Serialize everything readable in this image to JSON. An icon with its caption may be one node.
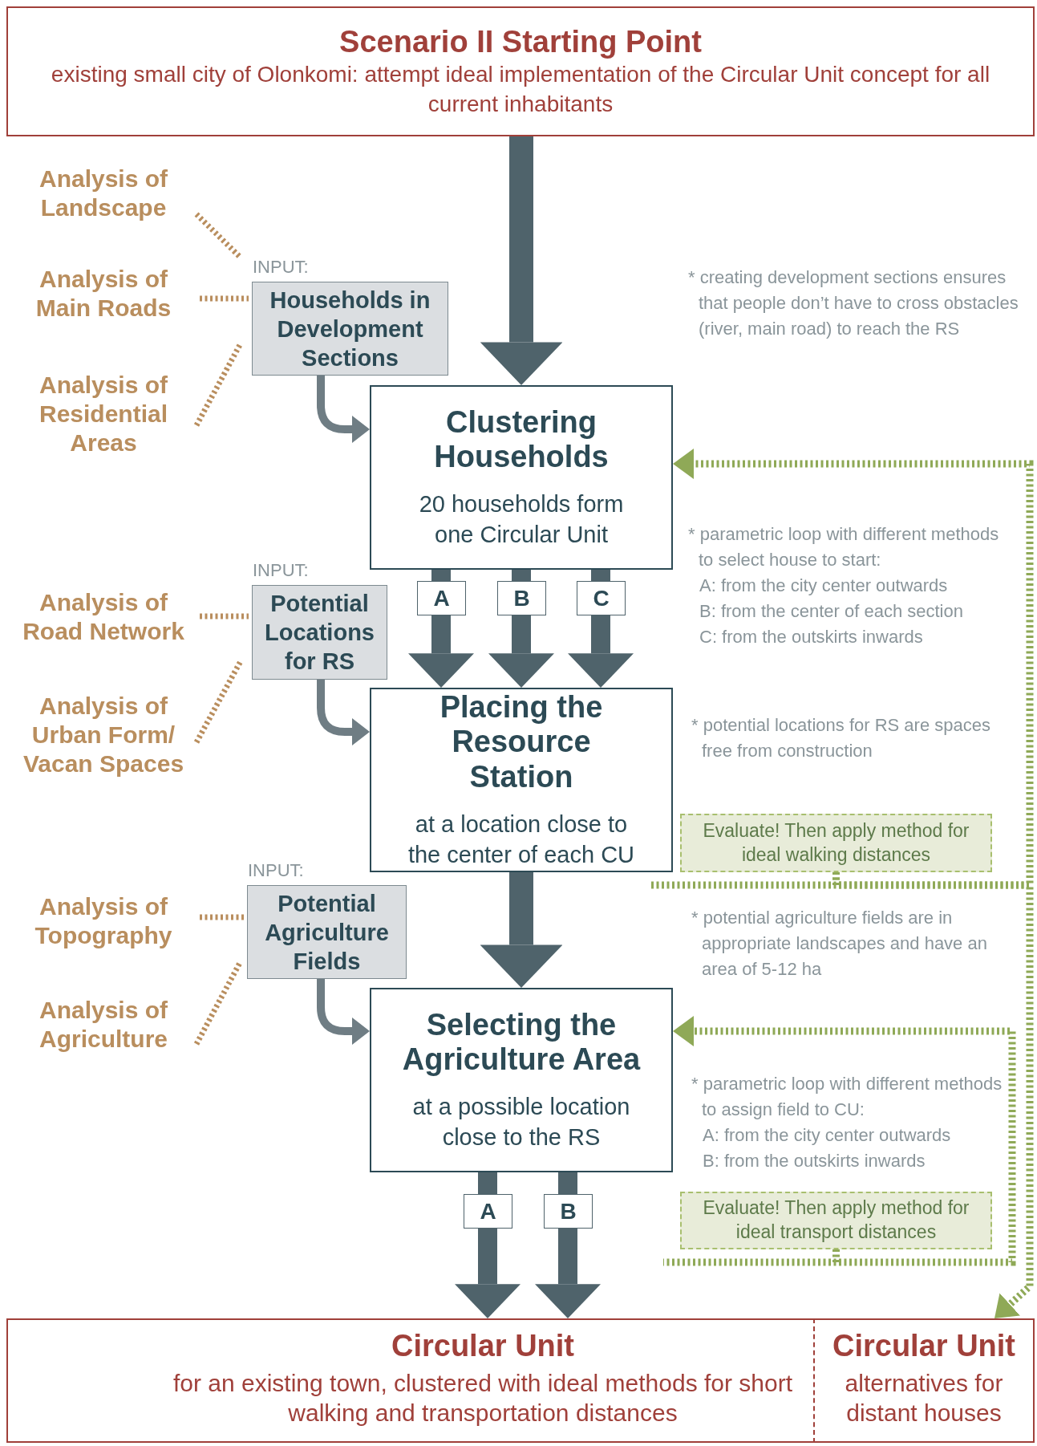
{
  "diagram": {
    "nodes": [
      {
        "text": [
          "Scenario II Starting Point",
          "existing small city of Olonkomi: attempt ideal implementation of the Circular Unit concept for all current inhabitants"
        ]
      },
      {
        "text": [
          "Analysis of Landscape"
        ]
      },
      {
        "text": [
          "Analysis of Main Roads"
        ]
      },
      {
        "text": [
          "Analysis of Residential Areas"
        ]
      },
      {
        "text": [
          "Households in Development Sections"
        ],
        "beside": [
          "INPUT:"
        ]
      },
      {
        "text": [
          "Clustering Households",
          "20 households form one Circular Unit"
        ]
      },
      {
        "text": [
          "Analysis of Road Network"
        ]
      },
      {
        "text": [
          "Analysis of Urban Form/ Vacan Spaces"
        ]
      },
      {
        "text": [
          "Potential Locations for RS"
        ],
        "beside": [
          "INPUT:"
        ]
      },
      {
        "text": [
          "Placing the Resource Station",
          "at a location close to the center of each CU"
        ]
      },
      {
        "text": [
          "Evaluate! Then apply method for ideal walking distances"
        ]
      },
      {
        "text": [
          "Analysis of Topography"
        ]
      },
      {
        "text": [
          "Analysis of Agriculture"
        ]
      },
      {
        "text": [
          "Potential Agriculture Fields"
        ],
        "beside": [
          "INPUT:"
        ]
      },
      {
        "text": [
          "Selecting the Agriculture Area",
          "at a possible location close to the RS"
        ]
      },
      {
        "text": [
          "Evaluate! Then apply method for ideal transport distances"
        ]
      },
      {
        "text": [
          "Circular Unit",
          "for an existing town, clustered with ideal methods for short walking and transportation distances"
        ]
      },
      {
        "text": [
          "Circular Unit",
          "alternatives for distant houses"
        ]
      }
    ],
    "edges": [
      {
        "from": 0,
        "to": 5,
        "arrow": "to",
        "style": "thick"
      },
      {
        "from": 1,
        "to": 4,
        "arrow": "none",
        "style": "dashed",
        "color": "#b98e5e"
      },
      {
        "from": 2,
        "to": 4,
        "arrow": "none",
        "style": "dashed",
        "color": "#b98e5e"
      },
      {
        "from": 3,
        "to": 4,
        "arrow": "none",
        "style": "dashed",
        "color": "#b98e5e"
      },
      {
        "from": 4,
        "to": 5,
        "arrow": "to",
        "color": "#6f7d84"
      },
      {
        "from": 5,
        "to": 9,
        "arrow": "to",
        "style": "thick",
        "label": "A"
      },
      {
        "from": 5,
        "to": 9,
        "arrow": "to",
        "style": "thick",
        "label": "B"
      },
      {
        "from": 5,
        "to": 9,
        "arrow": "to",
        "style": "thick",
        "label": "C"
      },
      {
        "from": 6,
        "to": 8,
        "arrow": "none",
        "style": "dashed",
        "color": "#b98e5e"
      },
      {
        "from": 7,
        "to": 8,
        "arrow": "none",
        "style": "dashed",
        "color": "#b98e5e"
      },
      {
        "from": 8,
        "to": 9,
        "arrow": "to",
        "color": "#6f7d84"
      },
      {
        "from": 9,
        "to": 14,
        "arrow": "to",
        "style": "thick"
      },
      {
        "from": 11,
        "to": 13,
        "arrow": "none",
        "style": "dashed",
        "color": "#b98e5e"
      },
      {
        "from": 12,
        "to": 13,
        "arrow": "none",
        "style": "dashed",
        "color": "#b98e5e"
      },
      {
        "from": 13,
        "to": 14,
        "arrow": "to",
        "color": "#6f7d84"
      },
      {
        "from": 14,
        "to": 16,
        "arrow": "to",
        "style": "thick",
        "label": "A"
      },
      {
        "from": 14,
        "to": 16,
        "arrow": "to",
        "style": "thick",
        "label": "B"
      },
      {
        "from": 10,
        "to": 5,
        "arrow": "to",
        "style": "dashed",
        "color": "#8fa957"
      },
      {
        "from": 10,
        "to": 17,
        "arrow": "to",
        "style": "dashed",
        "color": "#8fa957"
      },
      {
        "from": 15,
        "to": 14,
        "arrow": "to",
        "style": "dashed",
        "color": "#8fa957"
      }
    ],
    "labels": [
      "* creating development sections ensures that people don’t have to cross obstacles (river, main road) to reach the RS",
      "* parametric loop with different methods to select house to start:",
      "A: from the city center outwards",
      "B: from the center of each section",
      "C: from the outskirts inwards",
      "* potential locations for RS are spaces free from construction",
      "* potential agriculture fields are in appropriate landscapes and have an area of 5-12 ha",
      "* parametric loop with different methods to assign field to CU:",
      "A: from the city center outwards",
      "B: from the outskirts inwards"
    ]
  }
}
